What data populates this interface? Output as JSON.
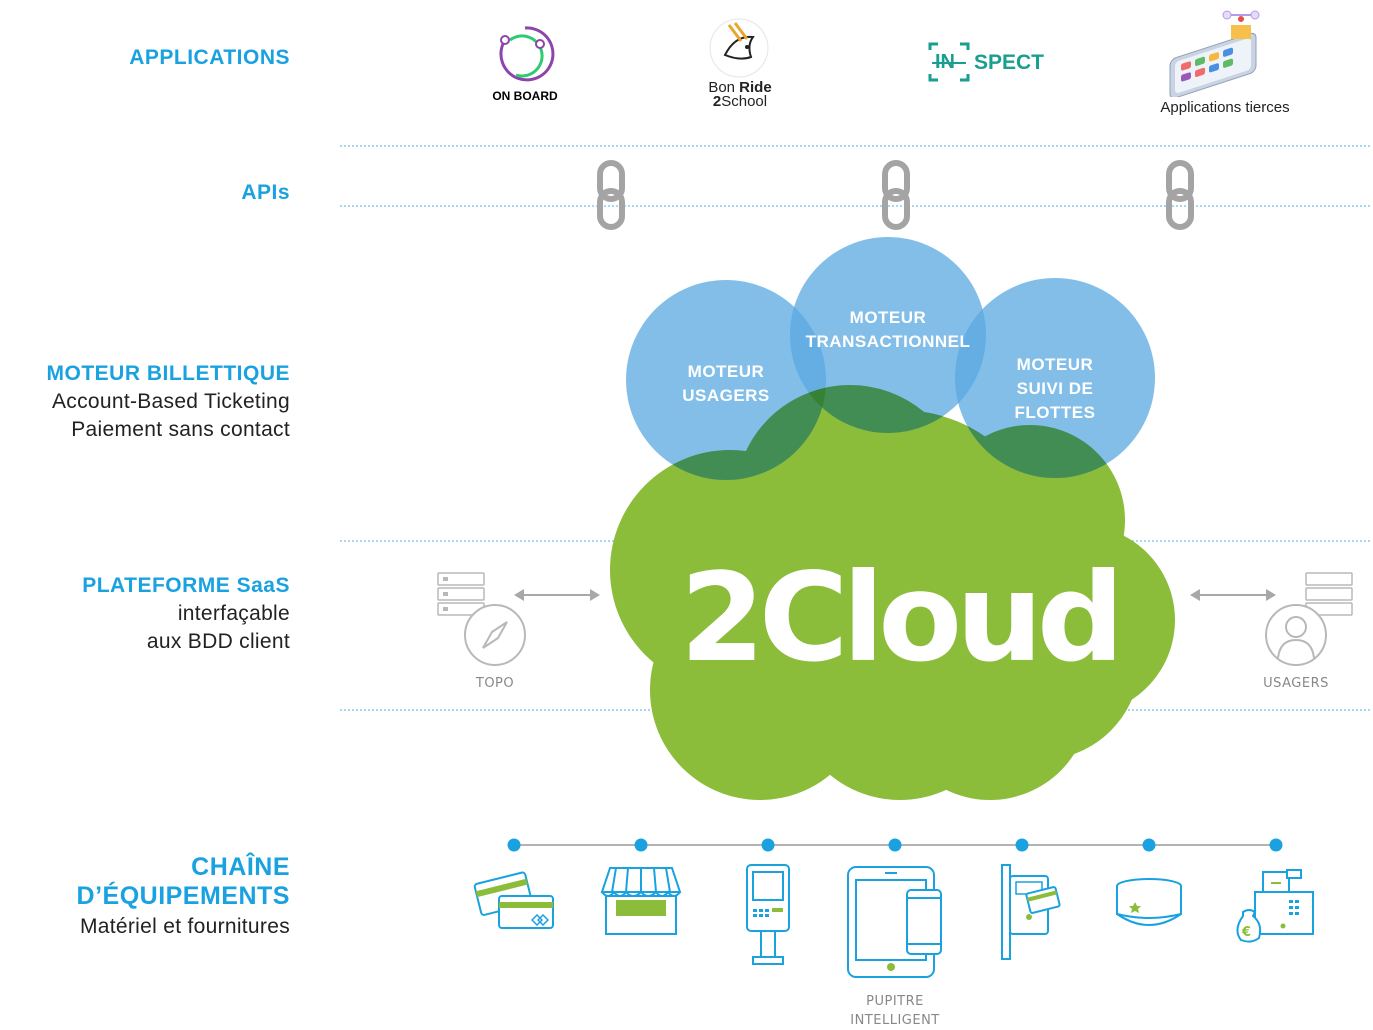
{
  "sections": {
    "applications": {
      "title": "APPLICATIONS"
    },
    "apis": {
      "title": "APIs"
    },
    "moteur": {
      "title": "MOTEUR BILLETTIQUE",
      "line1": "Account-Based Ticketing",
      "line2": "Paiement sans contact"
    },
    "plateforme": {
      "title": "PLATEFORME SaaS",
      "line1": "interfaçable",
      "line2": "aux BDD client"
    },
    "chaine": {
      "title_line1": "CHAÎNE",
      "title_line2": "D’ÉQUIPEMENTS",
      "line1": "Matériel et fournitures"
    }
  },
  "apps": {
    "onboard": {
      "label": "ON BOARD",
      "color": "#5b2c83"
    },
    "bonride": {
      "line1_a": "Bon ",
      "line1_b": "Ride",
      "line2_a": "2",
      "line2_b": "School"
    },
    "inspect": {
      "prefix": "IN",
      "suffix": "SPECT",
      "color": "#1a9e8f"
    },
    "tierces": {
      "label": "Applications tierces"
    }
  },
  "engines": {
    "usagers": {
      "line1": "MOTEUR",
      "line2": "USAGERS"
    },
    "transactionnel": {
      "line1": "MOTEUR",
      "line2": "TRANSACTIONNEL"
    },
    "flottes": {
      "line1": "MOTEUR",
      "line2": "SUIVI DE",
      "line3": "FLOTTES"
    }
  },
  "cloud": {
    "label": "2Cloud",
    "color": "#8bbd3a"
  },
  "side": {
    "topo": "TOPO",
    "usagers": "USAGERS"
  },
  "equipment": {
    "pupitre_line1": "PUPITRE",
    "pupitre_line2": "INTELLIGENT"
  },
  "colors": {
    "accent": "#1aa2e0",
    "green": "#8bbd3a",
    "blue_circle": "#5aa8e2",
    "icon_blue": "#1aa2e0",
    "icon_green": "#8bbd3a"
  }
}
